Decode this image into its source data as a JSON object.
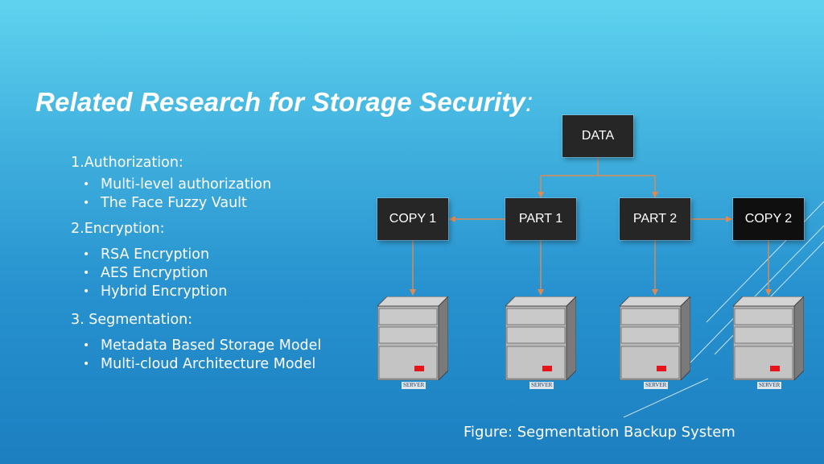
{
  "slide": {
    "title": "Related Research for Storage Security",
    "title_suffix": ":",
    "sections": [
      {
        "heading": "1.Authorization:",
        "bullets": [
          "Multi-level authorization",
          "The Face Fuzzy Vault"
        ]
      },
      {
        "heading": "2.Encryption:",
        "bullets": [
          "RSA Encryption",
          "AES Encryption",
          "Hybrid Encryption"
        ]
      },
      {
        "heading": "3. Segmentation:",
        "bullets": [
          "Metadata Based Storage Model",
          "Multi-cloud Architecture  Model"
        ]
      }
    ]
  },
  "diagram": {
    "data_label": "DATA",
    "copy1_label": "COPY 1",
    "part1_label": "PART 1",
    "part2_label": "PART 2",
    "copy2_label": "COPY 2",
    "server_label": "SERVER",
    "caption": "Figure: Segmentation Backup System"
  },
  "colors": {
    "arrow": "#e08a52",
    "box_dark": "#262626",
    "box_black": "#0f0f0f",
    "server_led": "#e8141c"
  }
}
